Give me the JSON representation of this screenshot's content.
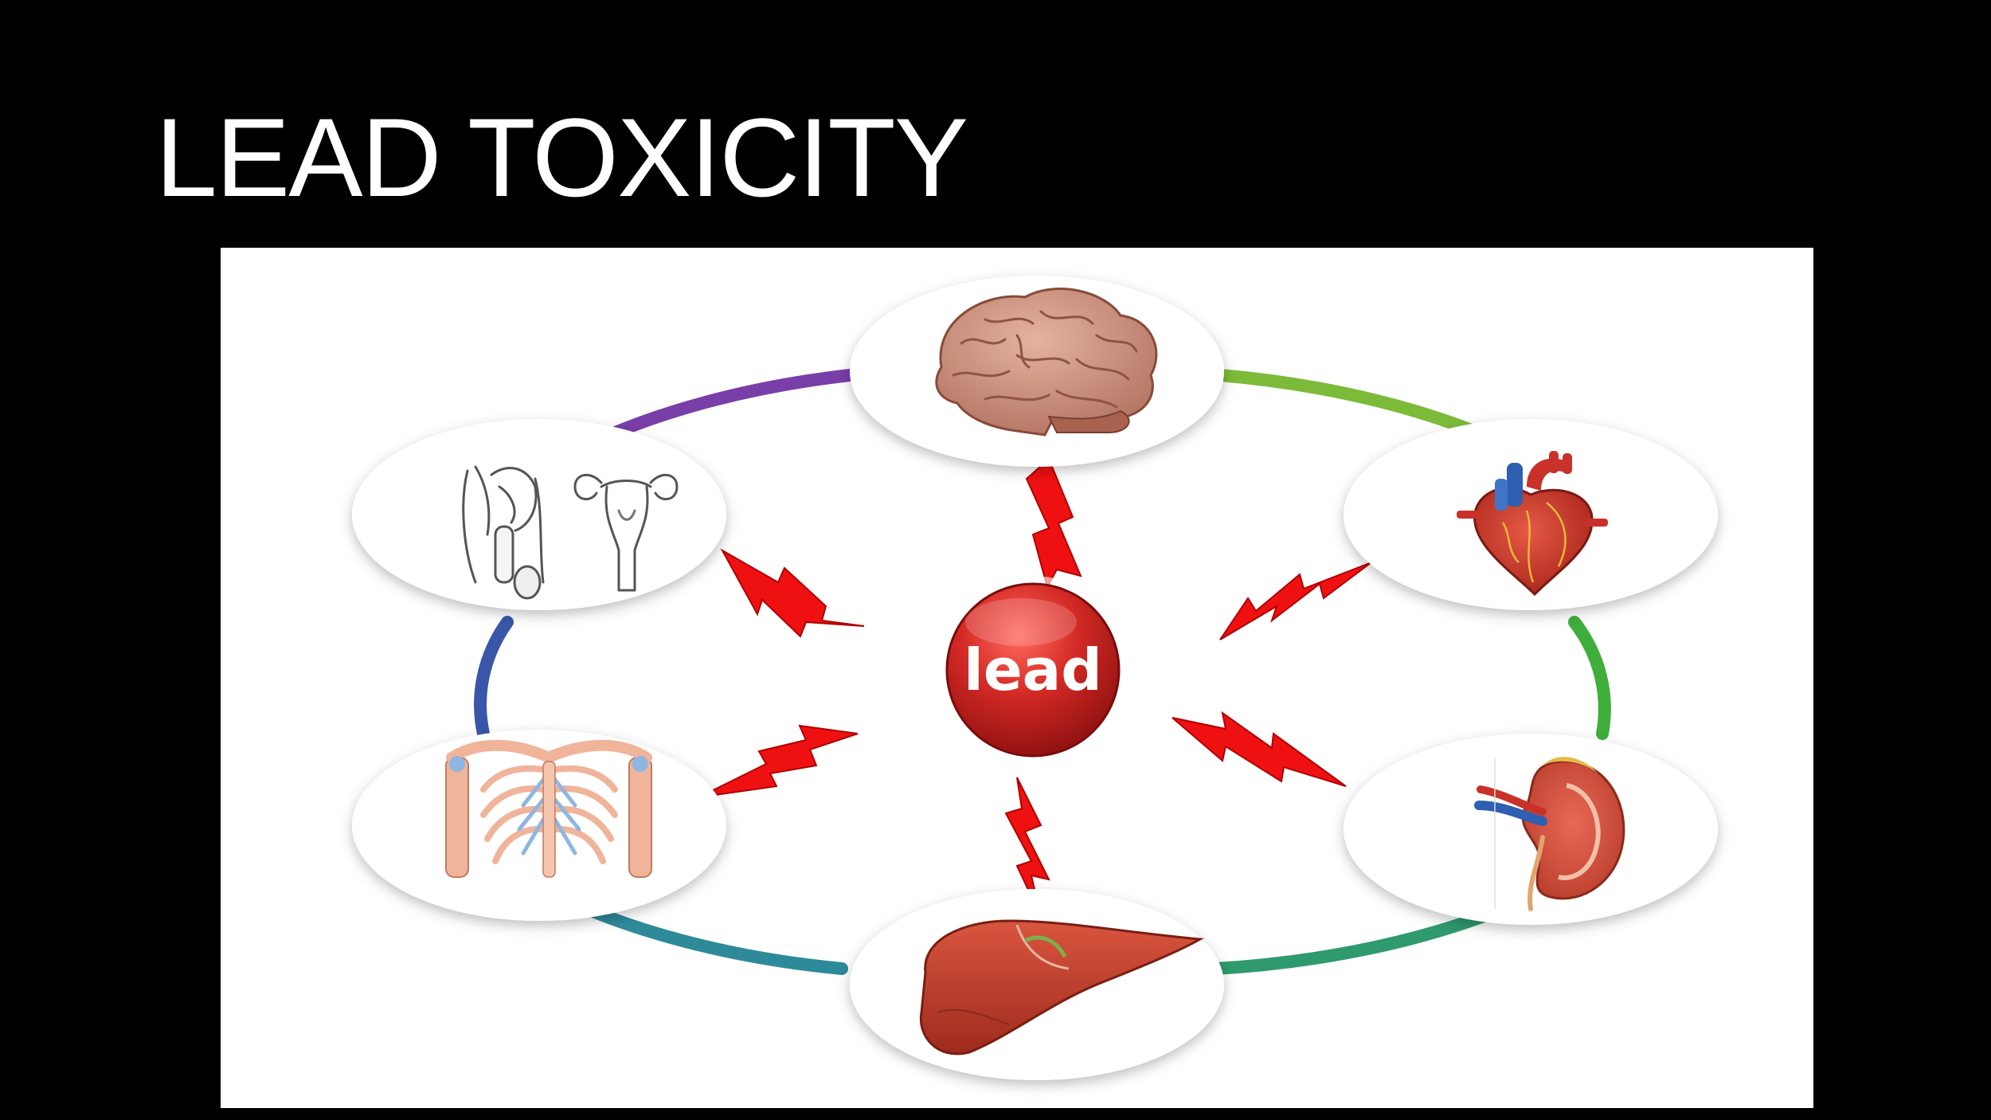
{
  "slide": {
    "title": "LEAD TOXICITY"
  },
  "diagram": {
    "center_label": "lead",
    "organs": [
      {
        "name": "brain",
        "icon": "brain-icon",
        "ring_color": "#6fb43c"
      },
      {
        "name": "heart",
        "icon": "heart-icon",
        "ring_color": "#3fae3a"
      },
      {
        "name": "kidney",
        "icon": "kidney-icon",
        "ring_color": "#2e9a6e"
      },
      {
        "name": "liver",
        "icon": "liver-icon",
        "ring_color": "#2e8a9a"
      },
      {
        "name": "bones",
        "icon": "ribcage-icon",
        "ring_color": "#3a56a8"
      },
      {
        "name": "reproductive",
        "icon": "reproductive-organs-icon",
        "ring_color": "#7a3ea8"
      }
    ],
    "colors": {
      "center": "#c3211f",
      "bolt": "#ef1111"
    }
  }
}
